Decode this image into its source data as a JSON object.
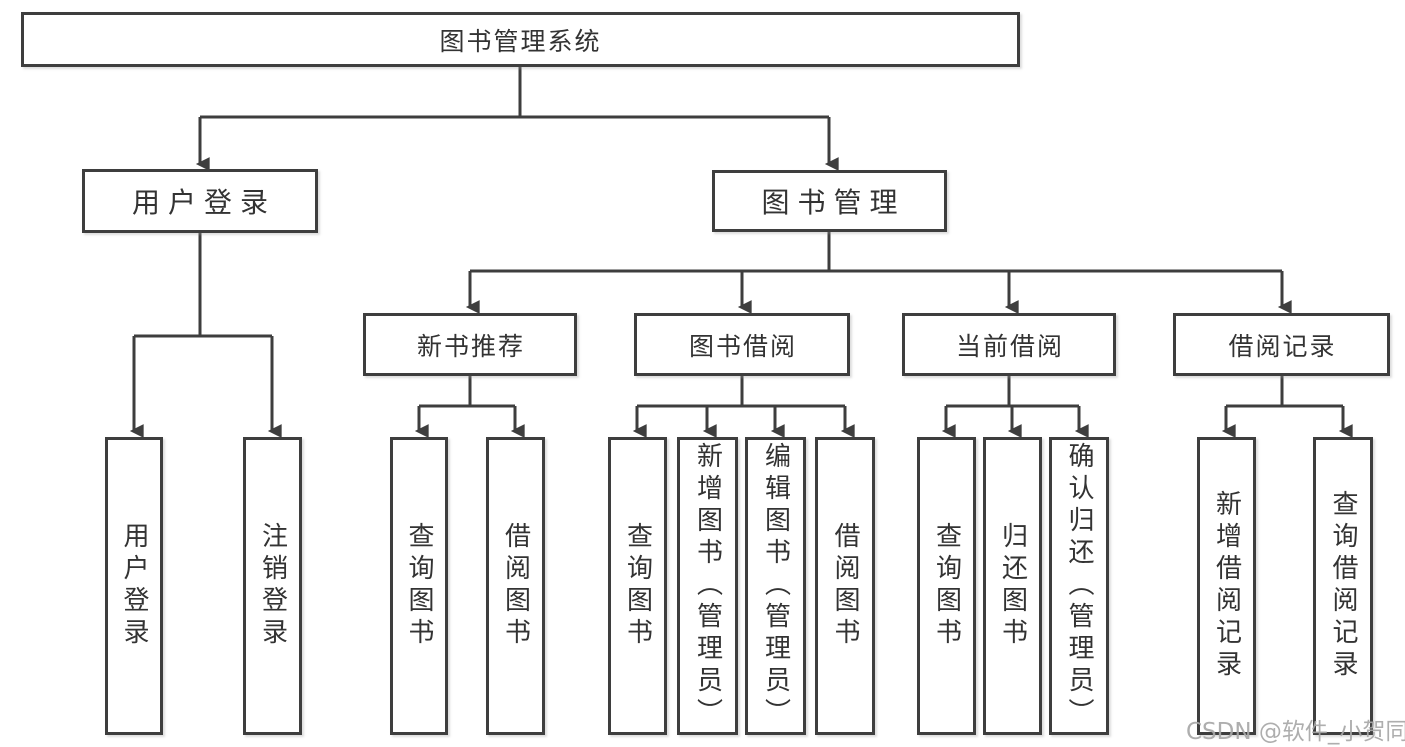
{
  "tree": {
    "root": "图书管理系统",
    "branches": [
      {
        "label": "用户登录",
        "children": [
          "用户登录",
          "注销登录"
        ]
      },
      {
        "label": "图书管理",
        "children": [
          {
            "label": "新书推荐",
            "children": [
              "查询图书",
              "借阅图书"
            ]
          },
          {
            "label": "图书借阅",
            "children": [
              "查询图书",
              "新增图书（管理员）",
              "编辑图书（管理员）",
              "借阅图书"
            ]
          },
          {
            "label": "当前借阅",
            "children": [
              "查询图书",
              "归还图书",
              "确认归还（管理员）"
            ]
          },
          {
            "label": "借阅记录",
            "children": [
              "新增借阅记录",
              "查询借阅记录"
            ]
          }
        ]
      }
    ]
  },
  "watermark": {
    "text": "CSDN @软件_小贺同学"
  },
  "colors": {
    "line": "#3e3e3e",
    "box_border": "#3e3e3e",
    "text": "#333333",
    "watermark": "#a8a8a8",
    "background": "#ffffff"
  }
}
